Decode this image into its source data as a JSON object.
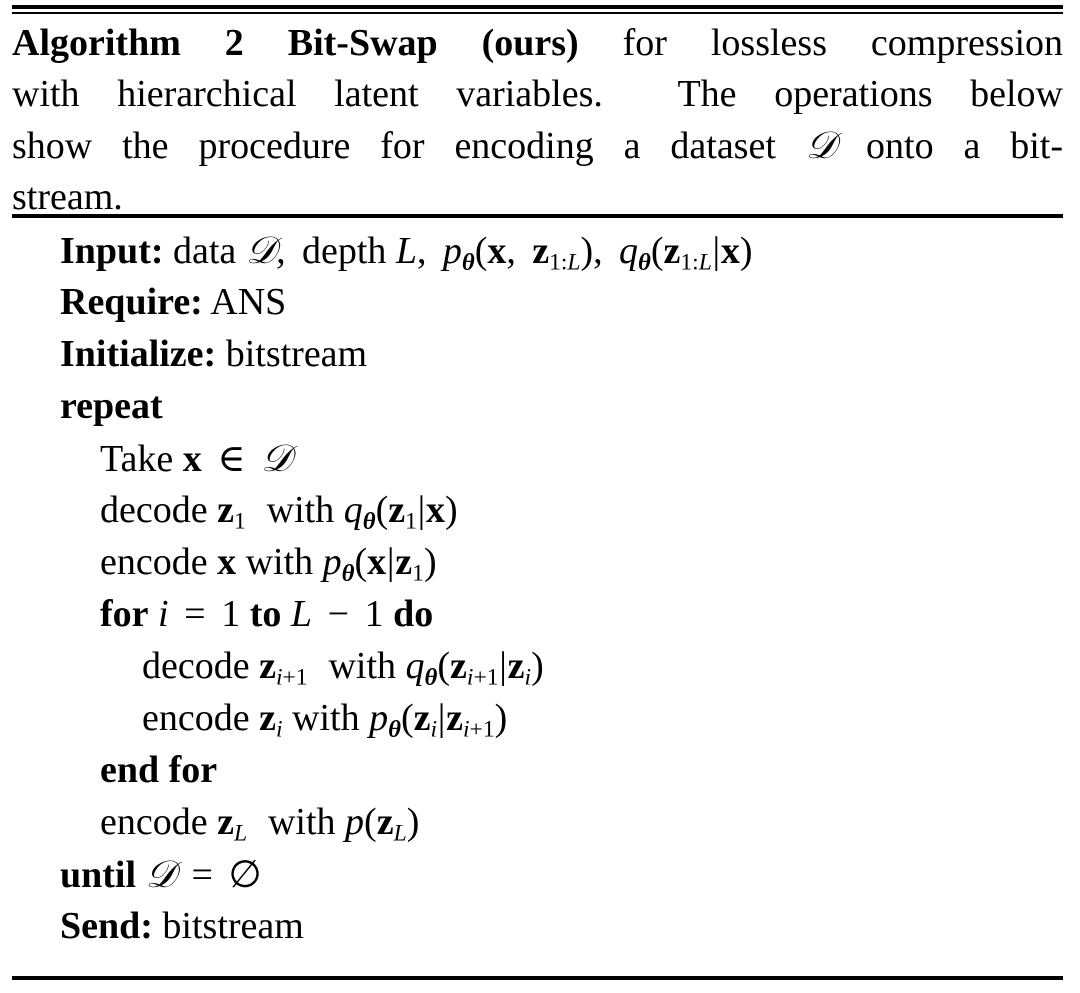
{
  "document": {
    "type": "algorithm-float",
    "page_background": "#ffffff",
    "text_color": "#000000"
  },
  "caption": {
    "label": "Algorithm 2",
    "name": "Bit-Swap (ours)",
    "bold_prefix": "Algorithm 2 Bit-Swap (ours)",
    "rest": "for lossless compression with hierarchical latent variables. The operations below show the procedure for encoding a dataset D onto a bitstream.",
    "full_text": "Algorithm 2 Bit-Swap (ours) for lossless compression with hierarchical latent variables. The operations below show the procedure for encoding a dataset D onto a bitstream.",
    "lines": [
      "Algorithm 2 Bit-Swap (ours) for lossless compression",
      "with hierarchical latent variables.  The operations below",
      "show the procedure for encoding a dataset D onto a bit-",
      "stream."
    ]
  },
  "rules": {
    "top_double": true,
    "mid_single": true,
    "bottom_single": true
  },
  "body": {
    "lines": [
      {
        "id": "input",
        "indent": 0,
        "keyword": "Input:",
        "text": "Input: data D, depth L, p_theta(x, z_{1:L}), q_theta(z_{1:L}|x)"
      },
      {
        "id": "require",
        "indent": 0,
        "keyword": "Require:",
        "text": "Require: ANS",
        "value": "ANS"
      },
      {
        "id": "initialize",
        "indent": 0,
        "keyword": "Initialize:",
        "text": "Initialize: bitstream",
        "value": "bitstream"
      },
      {
        "id": "repeat",
        "indent": 0,
        "keyword": "repeat",
        "text": "repeat"
      },
      {
        "id": "take-x",
        "indent": 1,
        "keyword": "",
        "text": "Take x ∈ D"
      },
      {
        "id": "decode-z1",
        "indent": 1,
        "keyword": "",
        "text": "decode z_1 with q_theta(z_1|x)"
      },
      {
        "id": "encode-x",
        "indent": 1,
        "keyword": "",
        "text": "encode x with p_theta(x|z_1)"
      },
      {
        "id": "for",
        "indent": 1,
        "keyword": "for",
        "text": "for i = 1 to L − 1 do"
      },
      {
        "id": "decode-zi1",
        "indent": 2,
        "keyword": "",
        "text": "decode z_{i+1} with q_theta(z_{i+1}|z_i)"
      },
      {
        "id": "encode-zi",
        "indent": 2,
        "keyword": "",
        "text": "encode z_i with p_theta(z_i|z_{i+1})"
      },
      {
        "id": "end-for",
        "indent": 1,
        "keyword": "end for",
        "text": "end for"
      },
      {
        "id": "encode-zL",
        "indent": 1,
        "keyword": "",
        "text": "encode z_L with p(z_L)"
      },
      {
        "id": "until",
        "indent": 0,
        "keyword": "until",
        "text": "until D = ∅"
      },
      {
        "id": "send",
        "indent": 0,
        "keyword": "Send:",
        "text": "Send: bitstream",
        "value": "bitstream"
      }
    ],
    "labels": {
      "input": "Input:",
      "require": "Require:",
      "initialize": "Initialize:",
      "repeat": "repeat",
      "for": "for",
      "to": "to",
      "do": "do",
      "end_for": "end for",
      "until": "until",
      "send": "Send:",
      "take": "Take",
      "decode": "decode",
      "encode": "encode",
      "with": "with",
      "data": "data",
      "depth": "depth",
      "ans": "ANS",
      "bitstream": "bitstream",
      "one": "1",
      "number_1": "1",
      "eq": "=",
      "minus": "−",
      "in": "∈",
      "emptyset": "∅",
      "comma": ",",
      "dataset_D": "𝒟",
      "var_L": "L",
      "var_i": "i",
      "var_x": "x",
      "var_z": "z",
      "var_p": "p",
      "var_q": "q",
      "theta": "θ",
      "sub_1L": "1:L",
      "sub_1": "1",
      "sub_i": "i",
      "sub_i1": "i+1",
      "sub_L": "L",
      "lparen": "(",
      "rparen": ")",
      "condbar": "|"
    }
  }
}
